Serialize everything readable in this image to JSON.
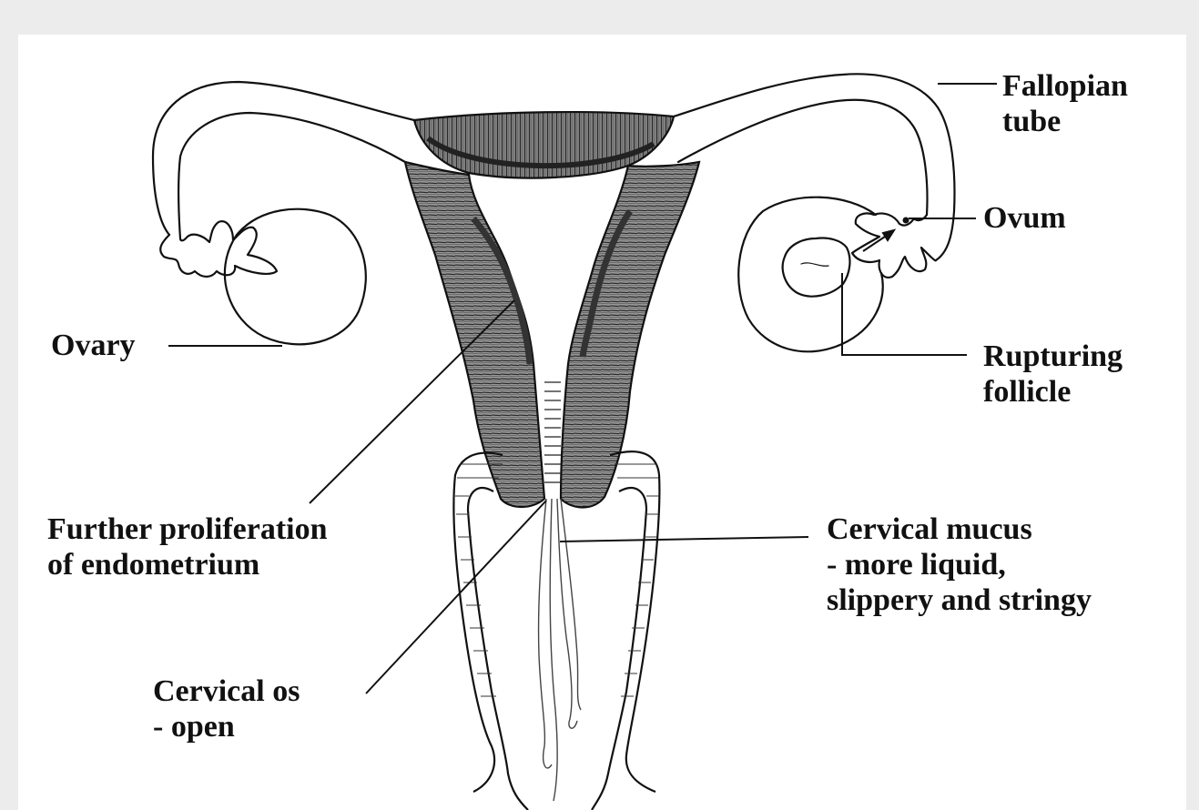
{
  "labels": {
    "fallopian_tube": [
      "Fallopian",
      "tube"
    ],
    "ovum": "Ovum",
    "ovary": "Ovary",
    "rupturing_follicle": [
      "Rupturing",
      "follicle"
    ],
    "further_proliferation": [
      "Further proliferation",
      "of endometrium"
    ],
    "cervical_mucus": [
      "Cervical mucus",
      "- more liquid,",
      "slippery and stringy"
    ],
    "cervical_os": [
      "Cervical os",
      "- open"
    ]
  },
  "colors": {
    "background": "#ececec",
    "panel": "#ffffff",
    "ink": "#111111",
    "tissue": "#7a7a7a"
  }
}
